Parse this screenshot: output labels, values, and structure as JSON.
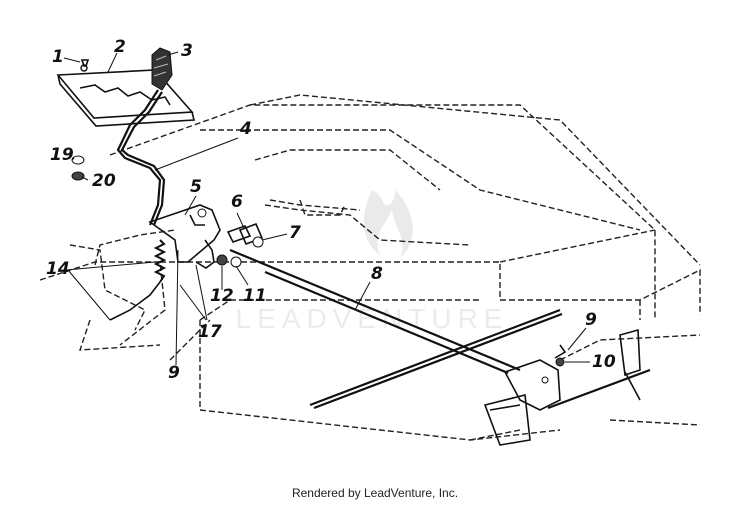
{
  "callouts": [
    "1",
    "2",
    "3",
    "4",
    "5",
    "6",
    "7",
    "8",
    "9",
    "10",
    "11",
    "12",
    "14",
    "17",
    "19",
    "20",
    "9"
  ],
  "watermark": "LEADVENTURE",
  "footer": "Rendered by LeadVenture, Inc."
}
